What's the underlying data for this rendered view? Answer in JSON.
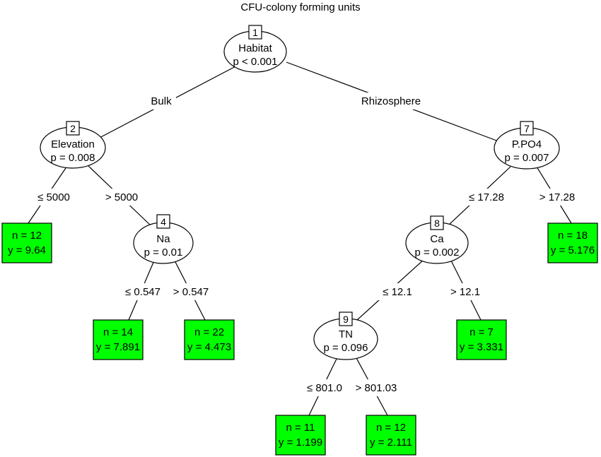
{
  "title": "CFU-colony forming units",
  "nodes": {
    "n1": {
      "id": "1",
      "var": "Habitat",
      "p": "p < 0.001"
    },
    "n2": {
      "id": "2",
      "var": "Elevation",
      "p": "p = 0.008"
    },
    "n4": {
      "id": "4",
      "var": "Na",
      "p": "p = 0.01"
    },
    "n7": {
      "id": "7",
      "var": "P.PO4",
      "p": "p = 0.007"
    },
    "n8": {
      "id": "8",
      "var": "Ca",
      "p": "p = 0.002"
    },
    "n9": {
      "id": "9",
      "var": "TN",
      "p": "p = 0.096"
    }
  },
  "leaves": {
    "l3": {
      "n": "n = 12",
      "y": "y = 9.64"
    },
    "l5": {
      "n": "n = 14",
      "y": "y = 7.891"
    },
    "l6": {
      "n": "n = 22",
      "y": "y = 4.473"
    },
    "l10": {
      "n": "n = 11",
      "y": "y = 1.199"
    },
    "l11": {
      "n": "n = 12",
      "y": "y = 2.111"
    },
    "l12": {
      "n": "n = 7",
      "y": "y = 3.331"
    },
    "l13": {
      "n": "n = 18",
      "y": "y = 5.176"
    }
  },
  "edges": {
    "e1_2": "Bulk",
    "e1_7": "Rhizosphere",
    "e2_3": "≤ 5000",
    "e2_4": "> 5000",
    "e4_5": "≤ 0.547",
    "e4_6": "> 0.547",
    "e7_8": "≤ 17.28",
    "e7_13": "> 17.28",
    "e8_9": "≤ 12.1",
    "e8_12": "> 12.1",
    "e9_10": "≤ 801.0",
    "e9_11": "> 801.03"
  },
  "colors": {
    "leaf_fill": "#00ff00"
  }
}
